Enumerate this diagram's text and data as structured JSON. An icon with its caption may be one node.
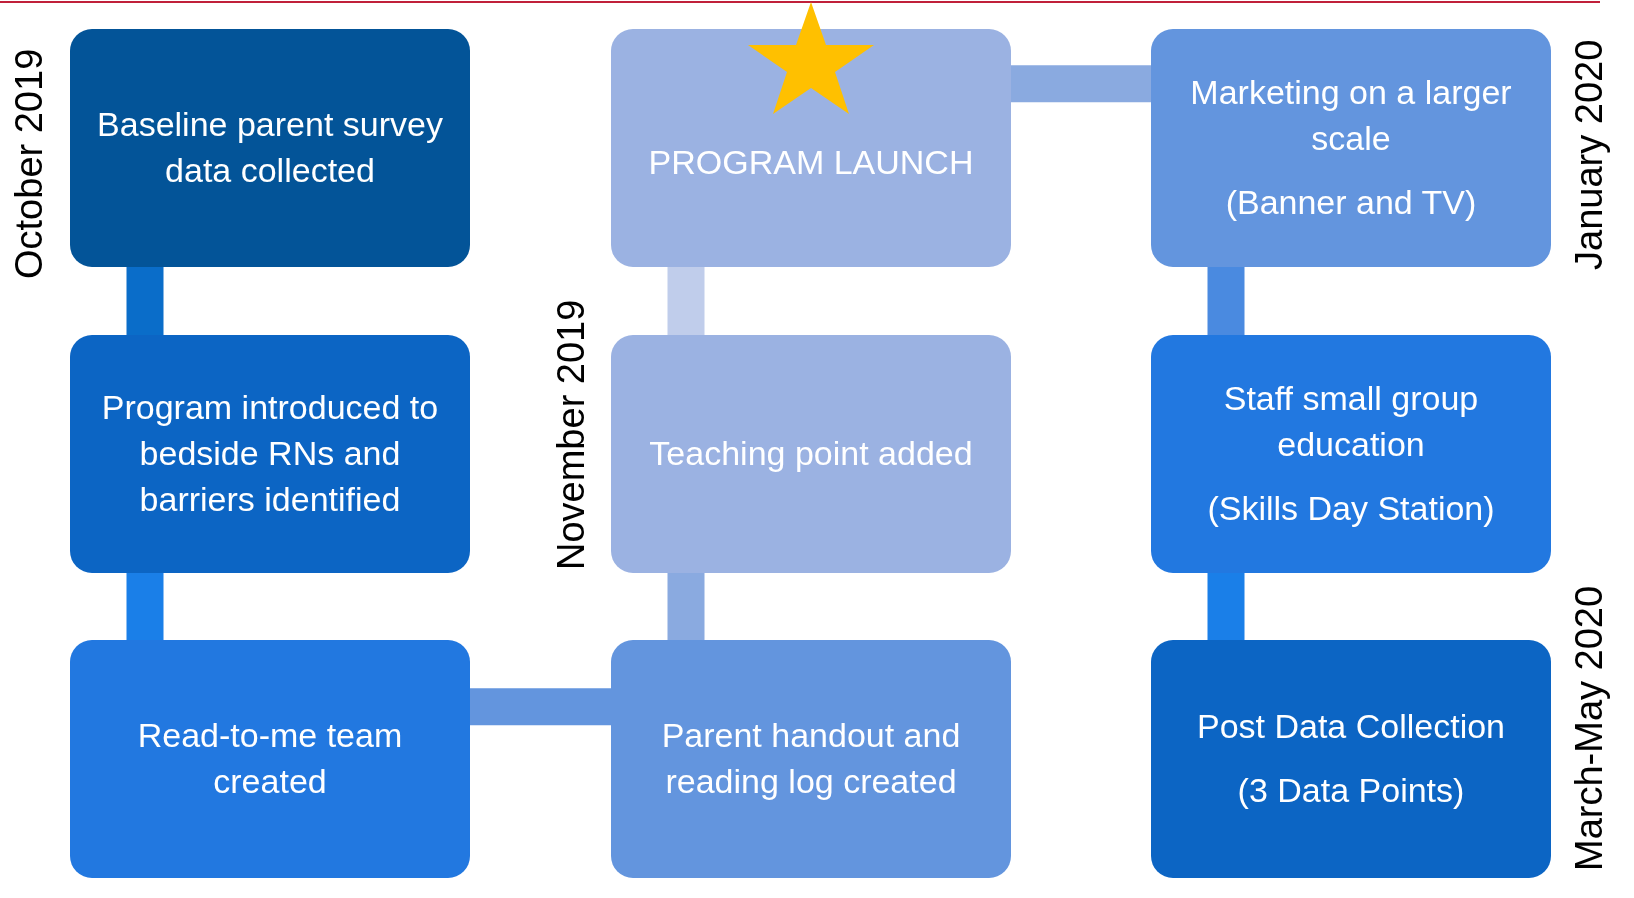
{
  "diagram": {
    "nodes": [
      {
        "text": [
          "Baseline parent survey data collected"
        ],
        "beside": [
          "October 2019"
        ]
      },
      {
        "text": [
          "Program introduced to  bedside RNs and barriers identified"
        ]
      },
      {
        "text": [
          "Read-to-me team created"
        ]
      },
      {
        "text": [
          "Parent handout and reading log created"
        ]
      },
      {
        "text": [
          "Teaching point added"
        ],
        "beside": [
          "November 2019"
        ]
      },
      {
        "text": [
          "PROGRAM LAUNCH"
        ]
      },
      {
        "text": [
          "Marketing on a larger scale",
          "(Banner and TV)"
        ],
        "beside": [
          "January 2020"
        ]
      },
      {
        "text": [
          "Staff small group education",
          "(Skills Day Station)"
        ]
      },
      {
        "text": [
          "Post Data Collection",
          "(3 Data Points)"
        ],
        "beside": [
          "March-May 2020"
        ]
      }
    ],
    "edges": [
      {
        "from": 0,
        "to": 1,
        "arrow": "none",
        "color": "#0a6dc9"
      },
      {
        "from": 1,
        "to": 2,
        "arrow": "none",
        "color": "#1a7fe8"
      },
      {
        "from": 2,
        "to": 3,
        "arrow": "none",
        "color": "#6395de"
      },
      {
        "from": 3,
        "to": 4,
        "arrow": "none",
        "color": "#8aaae0"
      },
      {
        "from": 4,
        "to": 5,
        "arrow": "none",
        "color": "#c0cdeb"
      },
      {
        "from": 5,
        "to": 6,
        "arrow": "none",
        "color": "#8aaae0"
      },
      {
        "from": 6,
        "to": 7,
        "arrow": "none",
        "color": "#4a8ae0"
      },
      {
        "from": 7,
        "to": 8,
        "arrow": "none",
        "color": "#1a7fe8"
      }
    ]
  }
}
